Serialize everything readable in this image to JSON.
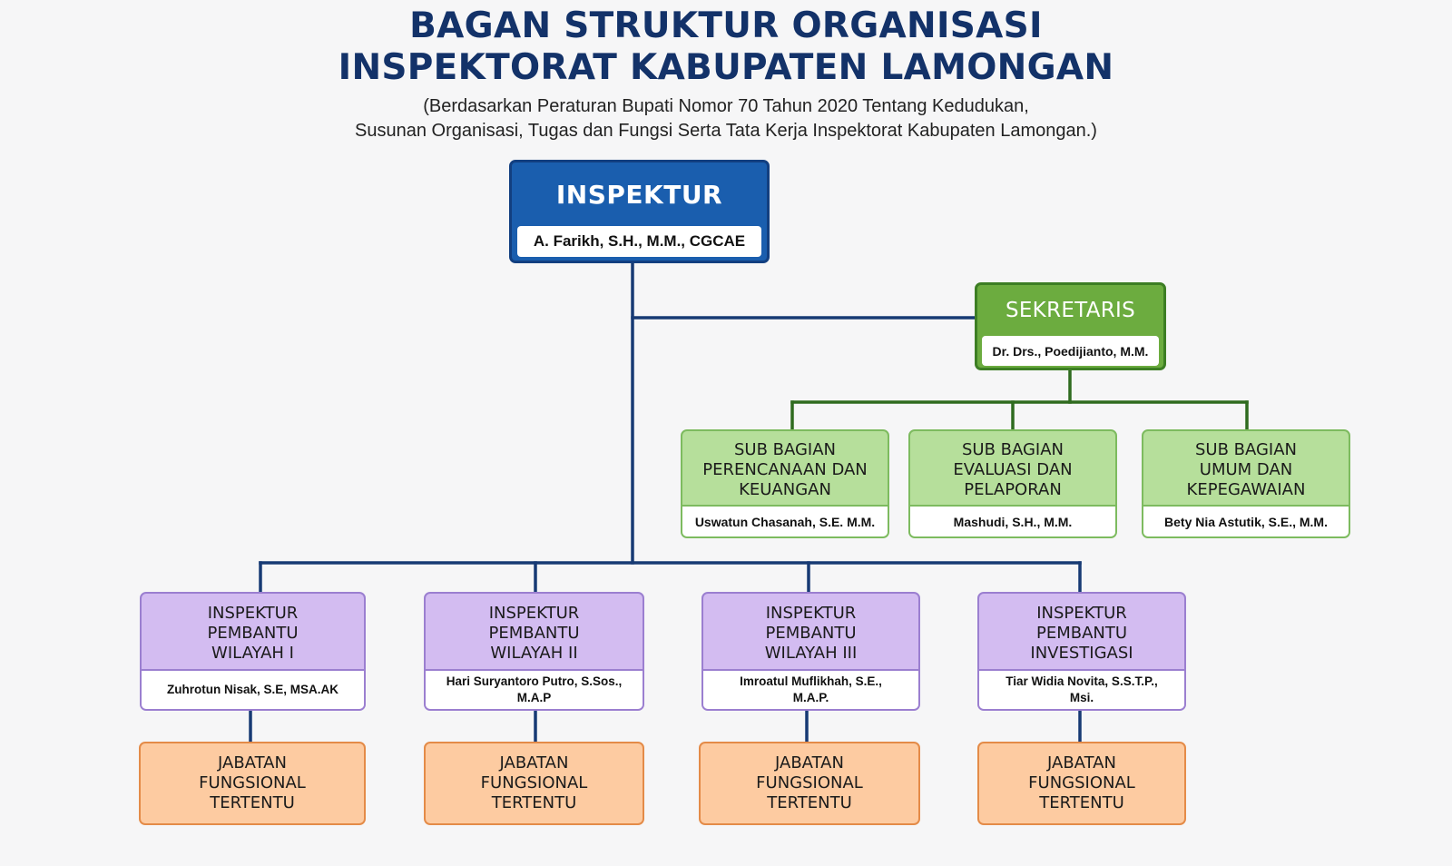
{
  "title": {
    "line1": "BAGAN STRUKTUR ORGANISASI",
    "line2": "INSPEKTORAT KABUPATEN LAMONGAN",
    "subtitle1": "(Berdasarkan Peraturan Bupati Nomor 70 Tahun 2020 Tentang Kedudukan,",
    "subtitle2": "Susunan Organisasi, Tugas dan Fungsi Serta Tata Kerja Inspektorat Kabupaten Lamongan.)"
  },
  "inspektur": {
    "role": "INSPEKTUR",
    "name": "A. Farikh, S.H., M.M., CGCAE"
  },
  "sekretaris": {
    "role": "SEKRETARIS",
    "name": "Dr. Drs., Poedijianto, M.M."
  },
  "sub_bagian": [
    {
      "role": [
        "SUB BAGIAN",
        "PERENCANAAN DAN",
        "KEUANGAN"
      ],
      "name": "Uswatun Chasanah, S.E. M.M."
    },
    {
      "role": [
        "SUB BAGIAN",
        "EVALUASI DAN",
        "PELAPORAN"
      ],
      "name": "Mashudi, S.H., M.M."
    },
    {
      "role": [
        "SUB BAGIAN",
        "UMUM DAN",
        "KEPEGAWAIAN"
      ],
      "name": "Bety Nia Astutik, S.E., M.M."
    }
  ],
  "inspektur_pembantu": [
    {
      "role": [
        "INSPEKTUR",
        "PEMBANTU",
        "WILAYAH I"
      ],
      "name": [
        "Zuhrotun Nisak, S.E, MSA.AK"
      ]
    },
    {
      "role": [
        "INSPEKTUR",
        "PEMBANTU",
        "WILAYAH II"
      ],
      "name": [
        "Hari Suryantoro Putro, S.Sos.,",
        "M.A.P"
      ]
    },
    {
      "role": [
        "INSPEKTUR",
        "PEMBANTU",
        "WILAYAH III"
      ],
      "name": [
        "Imroatul Muflikhah, S.E.,",
        "M.A.P."
      ]
    },
    {
      "role": [
        "INSPEKTUR",
        "PEMBANTU",
        "INVESTIGASI"
      ],
      "name": [
        "Tiar Widia Novita, S.S.T.P.,",
        "Msi."
      ]
    }
  ],
  "jabatan_fungsional": [
    {
      "role": [
        "JABATAN",
        "FUNGSIONAL",
        "TERTENTU"
      ]
    },
    {
      "role": [
        "JABATAN",
        "FUNGSIONAL",
        "TERTENTU"
      ]
    },
    {
      "role": [
        "JABATAN",
        "FUNGSIONAL",
        "TERTENTU"
      ]
    },
    {
      "role": [
        "JABATAN",
        "FUNGSIONAL",
        "TERTENTU"
      ]
    }
  ],
  "colors": {
    "connector_main": "#173a74",
    "connector_secretariat": "#2f6b1f",
    "inspektur_fill": "#1a5eae",
    "sekretaris_fill": "#6cac3f",
    "sub_bagian_fill": "#b6df9b",
    "pembantu_fill": "#d3bcf1",
    "jabatan_fill": "#fdcba1"
  }
}
